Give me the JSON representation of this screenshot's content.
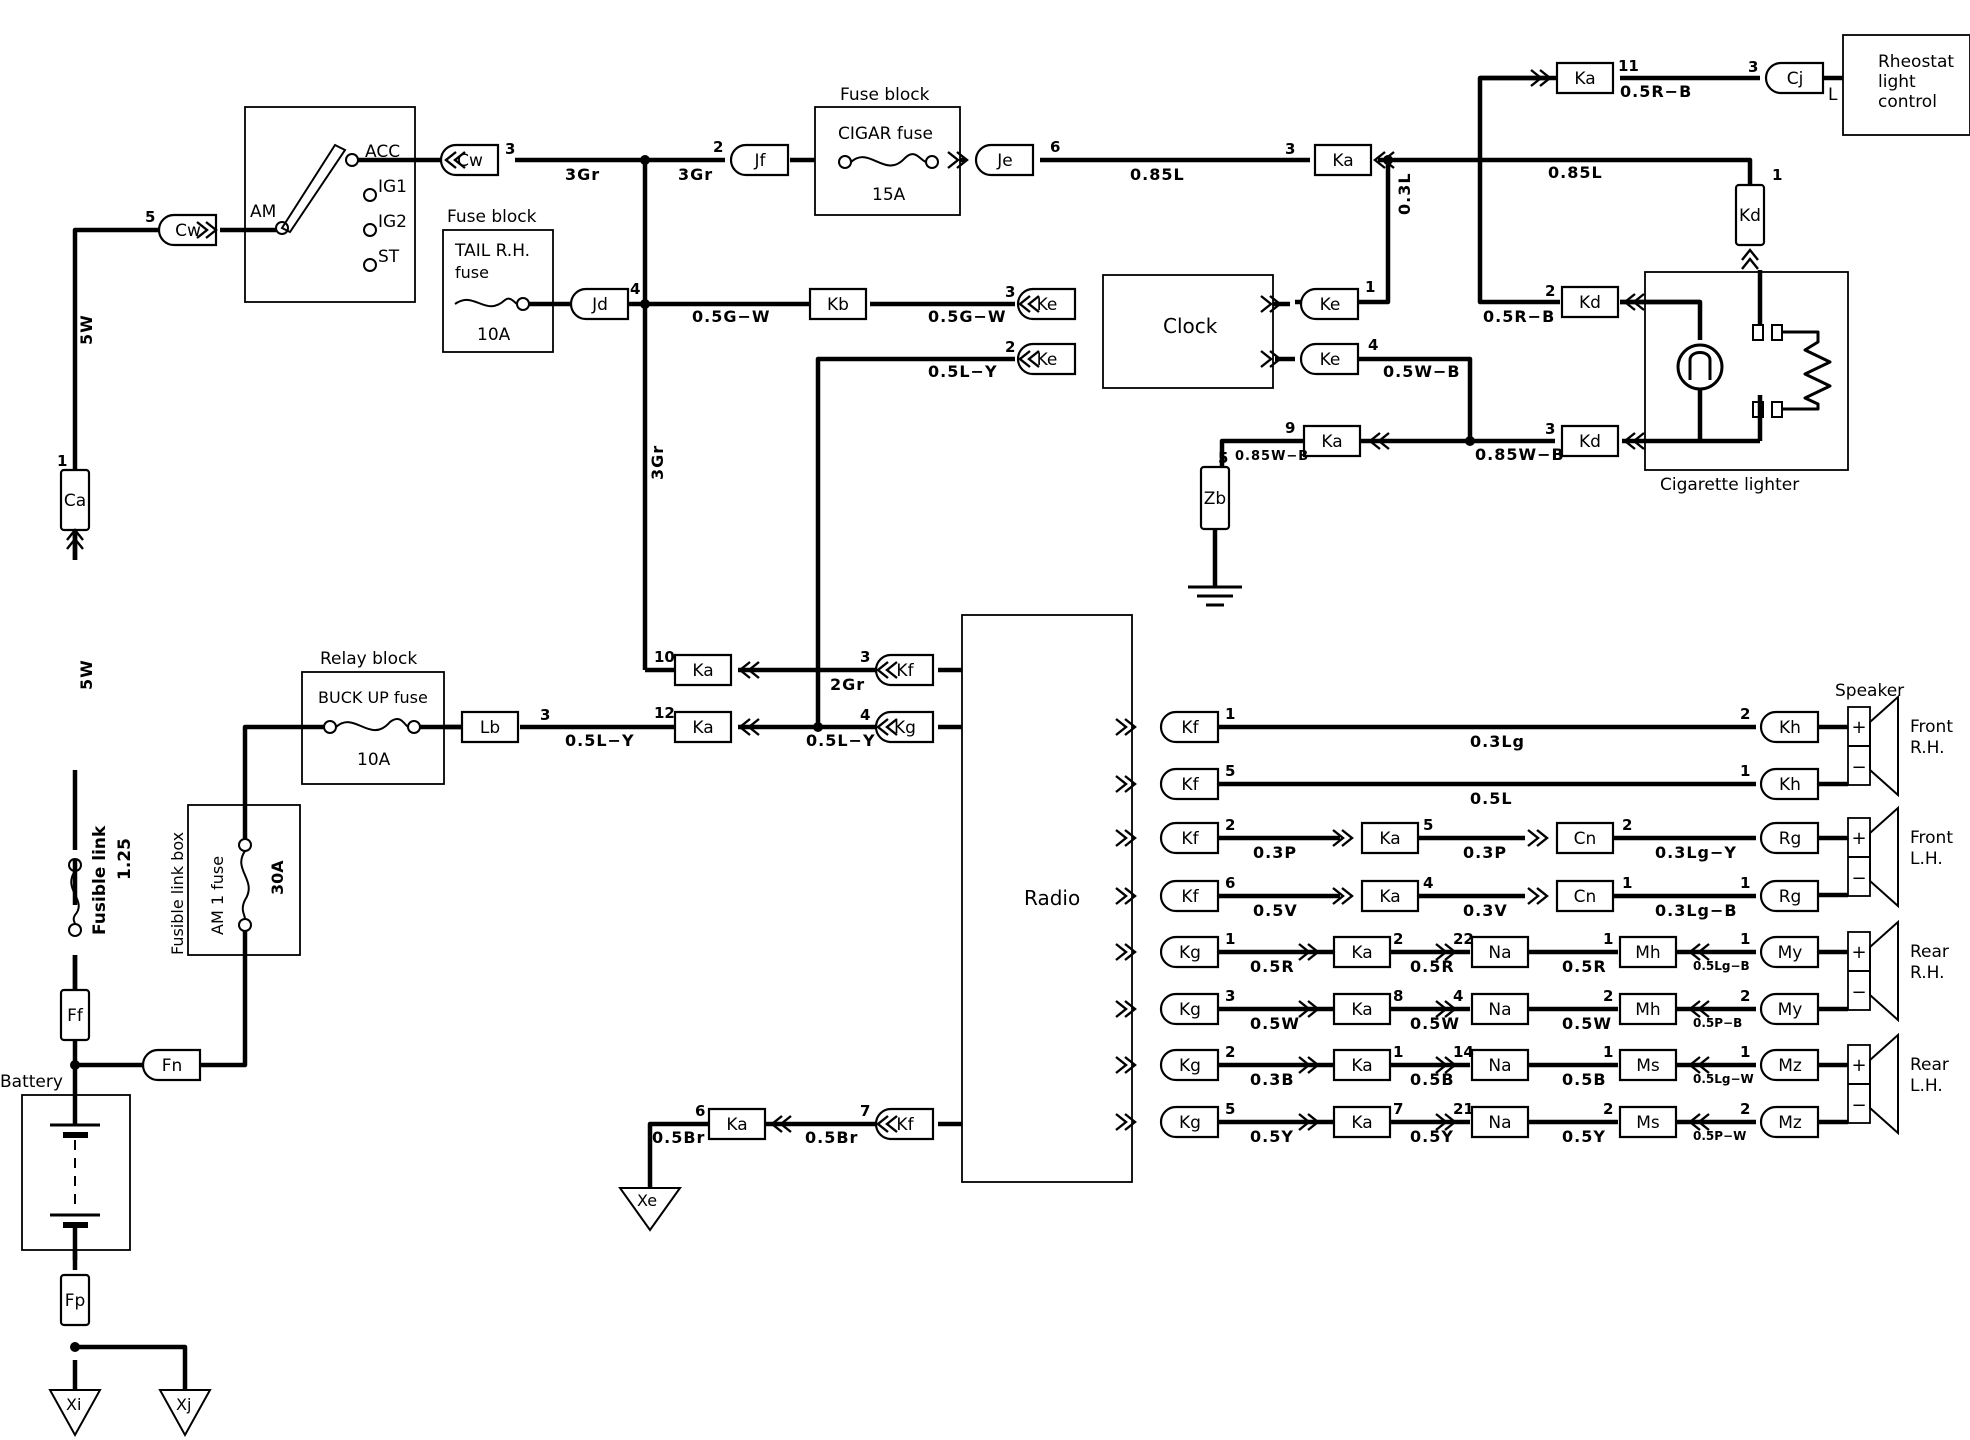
{
  "connectors": {
    "cw_am": "Cw",
    "cw_acc": "Cw",
    "ca": "Ca",
    "ff": "Ff",
    "fn": "Fn",
    "fp": "Fp",
    "jf": "Jf",
    "je": "Je",
    "jd": "Jd",
    "ka_top": "Ka",
    "cj": "Cj",
    "ka_rheo": "Ka",
    "kd_top": "Kd",
    "kd2": "Kd",
    "kd3": "Kd",
    "kb": "Kb",
    "ke3": "Ke",
    "ke2": "Ke",
    "ke1": "Ke",
    "ke4": "Ke",
    "ka_zb": "Ka",
    "zb": "Zb",
    "lb": "Lb",
    "ka10": "Ka",
    "ka12": "Ka",
    "kf3": "Kf",
    "kg4": "Kg",
    "ka6": "Ka",
    "kf7": "Kf",
    "xe": "Xe",
    "xi": "Xi",
    "xj": "Xj",
    "out": [
      {
        "a": "Kf",
        "b": "",
        "c": "",
        "d": "",
        "e": "Kh"
      },
      {
        "a": "Kf",
        "b": "",
        "c": "",
        "d": "",
        "e": "Kh"
      },
      {
        "a": "Kf",
        "b": "Ka",
        "c": "Cn",
        "d": "",
        "e": "Rg"
      },
      {
        "a": "Kf",
        "b": "Ka",
        "c": "Cn",
        "d": "",
        "e": "Rg"
      },
      {
        "a": "Kg",
        "b": "Ka",
        "c": "Na",
        "d": "Mh",
        "e": "My"
      },
      {
        "a": "Kg",
        "b": "Ka",
        "c": "Na",
        "d": "Mh",
        "e": "My"
      },
      {
        "a": "Kg",
        "b": "Ka",
        "c": "Na",
        "d": "Ms",
        "e": "Mz"
      },
      {
        "a": "Kg",
        "b": "Ka",
        "c": "Na",
        "d": "Ms",
        "e": "Mz"
      }
    ]
  },
  "components": {
    "ign_am": "AM",
    "ign_acc": "ACC",
    "ign_ig1": "IG1",
    "ign_ig2": "IG2",
    "ign_st": "ST",
    "fuse_block_1": "Fuse block",
    "cigar_fuse": "CIGAR fuse",
    "cigar_amp": "15A",
    "fuse_block_2": "Fuse block",
    "tail_fuse_1": "TAIL R.H.",
    "tail_fuse_2": "fuse",
    "tail_amp": "10A",
    "rheostat_1": "Rheostat",
    "rheostat_2": "light",
    "rheostat_3": "control",
    "rheostat_pin": "L",
    "clock": "Clock",
    "cig_lighter": "Cigarette lighter",
    "relay_block": "Relay block",
    "buckup_fuse": "BUCK UP fuse",
    "buckup_amp": "10A",
    "fusible_box": "Fusible link box",
    "am1_fuse": "AM 1 fuse",
    "am1_amp": "30A",
    "fusible_link": "Fusible link",
    "fusible_size": "1.25",
    "battery": "Battery",
    "radio": "Radio",
    "speaker": "Speaker",
    "spk_front_rh_1": "Front",
    "spk_front_rh_2": "R.H.",
    "spk_front_lh_1": "Front",
    "spk_front_lh_2": "L.H.",
    "spk_rear_rh_1": "Rear",
    "spk_rear_rh_2": "R.H.",
    "spk_rear_lh_1": "Rear",
    "spk_rear_lh_2": "L.H.",
    "plus": "+",
    "minus": "−"
  },
  "wires": {
    "w_5w_top": "5W",
    "w_5w_mid": "5W",
    "w_3gr_1": "3Gr",
    "w_3gr_2": "3Gr",
    "w_085l_1": "0.85L",
    "w_085l_2": "0.85L",
    "w_03l": "0.3L",
    "w_05rb": "0.5R−B",
    "w_05rb_2": "0.5R−B",
    "w_05gw_1": "0.5G−W",
    "w_05gw_2": "0.5G−W",
    "w_05ly": "0.5L−Y",
    "w_05wb": "0.5W−B",
    "w_085wb_1": "0.85W−B",
    "w_085wb_2": "0.85W−B",
    "w_3gr_v": "3Gr",
    "w_2gr": "2Gr",
    "w_05ly_2": "0.5L−Y",
    "w_05ly_3": "0.5L−Y",
    "w_05br_1": "0.5Br",
    "w_05br_2": "0.5Br",
    "out": [
      {
        "a": "0.3Lg",
        "b": "",
        "c": "",
        "d": ""
      },
      {
        "a": "0.5L",
        "b": "",
        "c": "",
        "d": ""
      },
      {
        "a": "0.3P",
        "b": "0.3P",
        "c": "0.3Lg−Y",
        "d": ""
      },
      {
        "a": "0.5V",
        "b": "0.3V",
        "c": "0.3Lg−B",
        "d": ""
      },
      {
        "a": "0.5R",
        "b": "0.5R",
        "c": "0.5R",
        "d": "0.5Lg−B"
      },
      {
        "a": "0.5W",
        "b": "0.5W",
        "c": "0.5W",
        "d": "0.5P−B"
      },
      {
        "a": "0.3B",
        "b": "0.5B",
        "c": "0.5B",
        "d": "0.5Lg−W"
      },
      {
        "a": "0.5Y",
        "b": "0.5Y",
        "c": "0.5Y",
        "d": "0.5P−W"
      }
    ]
  },
  "pins": {
    "p_cw_am": "5",
    "p_ca": "1",
    "p_cw_acc": "3",
    "p_jf": "2",
    "p_je": "6",
    "p_ka_top": "3",
    "p_ka_rheo": "11",
    "p_cj": "3",
    "p_kd_top": "1",
    "p_kd2": "2",
    "p_kd3": "3",
    "p_jd": "4",
    "p_ke3": "3",
    "p_ke2": "2",
    "p_ke1": "1",
    "p_ke4": "4",
    "p_ka_zb": "9",
    "p_zb": "5",
    "p_ka10": "10",
    "p_kf3": "3",
    "p_lb": "3",
    "p_ka12": "12",
    "p_kg4": "4",
    "p_ka6": "6",
    "p_kf7": "7",
    "out": [
      {
        "a": "1",
        "b": "",
        "c": "",
        "d": "",
        "e": "",
        "f": "",
        "g": "2"
      },
      {
        "a": "5",
        "b": "",
        "c": "",
        "d": "",
        "e": "",
        "f": "",
        "g": "1"
      },
      {
        "a": "2",
        "b": "5",
        "c": "",
        "d": "2",
        "e": "",
        "f": "",
        "g": ""
      },
      {
        "a": "6",
        "b": "4",
        "c": "",
        "d": "1",
        "e": "",
        "f": "",
        "g": "1"
      },
      {
        "a": "1",
        "b": "2",
        "c": "22",
        "d": "",
        "e": "1",
        "f": "",
        "g": "1"
      },
      {
        "a": "3",
        "b": "8",
        "c": "4",
        "d": "",
        "e": "2",
        "f": "",
        "g": "2"
      },
      {
        "a": "2",
        "b": "1",
        "c": "14",
        "d": "",
        "e": "1",
        "f": "",
        "g": "1"
      },
      {
        "a": "5",
        "b": "7",
        "c": "21",
        "d": "",
        "e": "2",
        "f": "",
        "g": "2"
      }
    ]
  }
}
